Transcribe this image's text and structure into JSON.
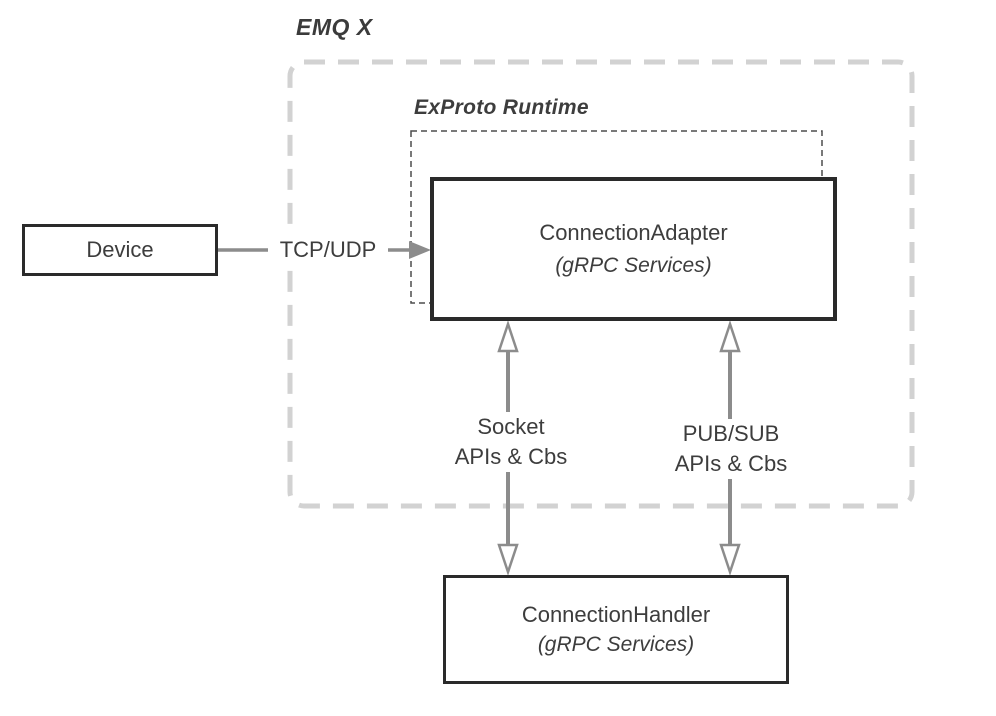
{
  "title": "EMQ X",
  "runtime": {
    "label": "ExProto Runtime"
  },
  "nodes": {
    "device": {
      "label": "Device"
    },
    "adapter": {
      "title": "ConnectionAdapter",
      "subtitle": "(gRPC Services)"
    },
    "handler": {
      "title": "ConnectionHandler",
      "subtitle": "(gRPC Services)"
    }
  },
  "edges": {
    "tcp_udp": {
      "label": "TCP/UDP"
    },
    "socket": {
      "line1": "Socket",
      "line2": "APIs & Cbs"
    },
    "pubsub": {
      "line1": "PUB/SUB",
      "line2": "APIs & Cbs"
    }
  },
  "colors": {
    "background": "#ffffff",
    "box_border": "#2a2a2a",
    "outer_dashed_border": "#d2d2d2",
    "inner_dashed_border": "#4d4d4d",
    "arrow_gray": "#8c8c8c",
    "text": "#3d3d3d"
  }
}
